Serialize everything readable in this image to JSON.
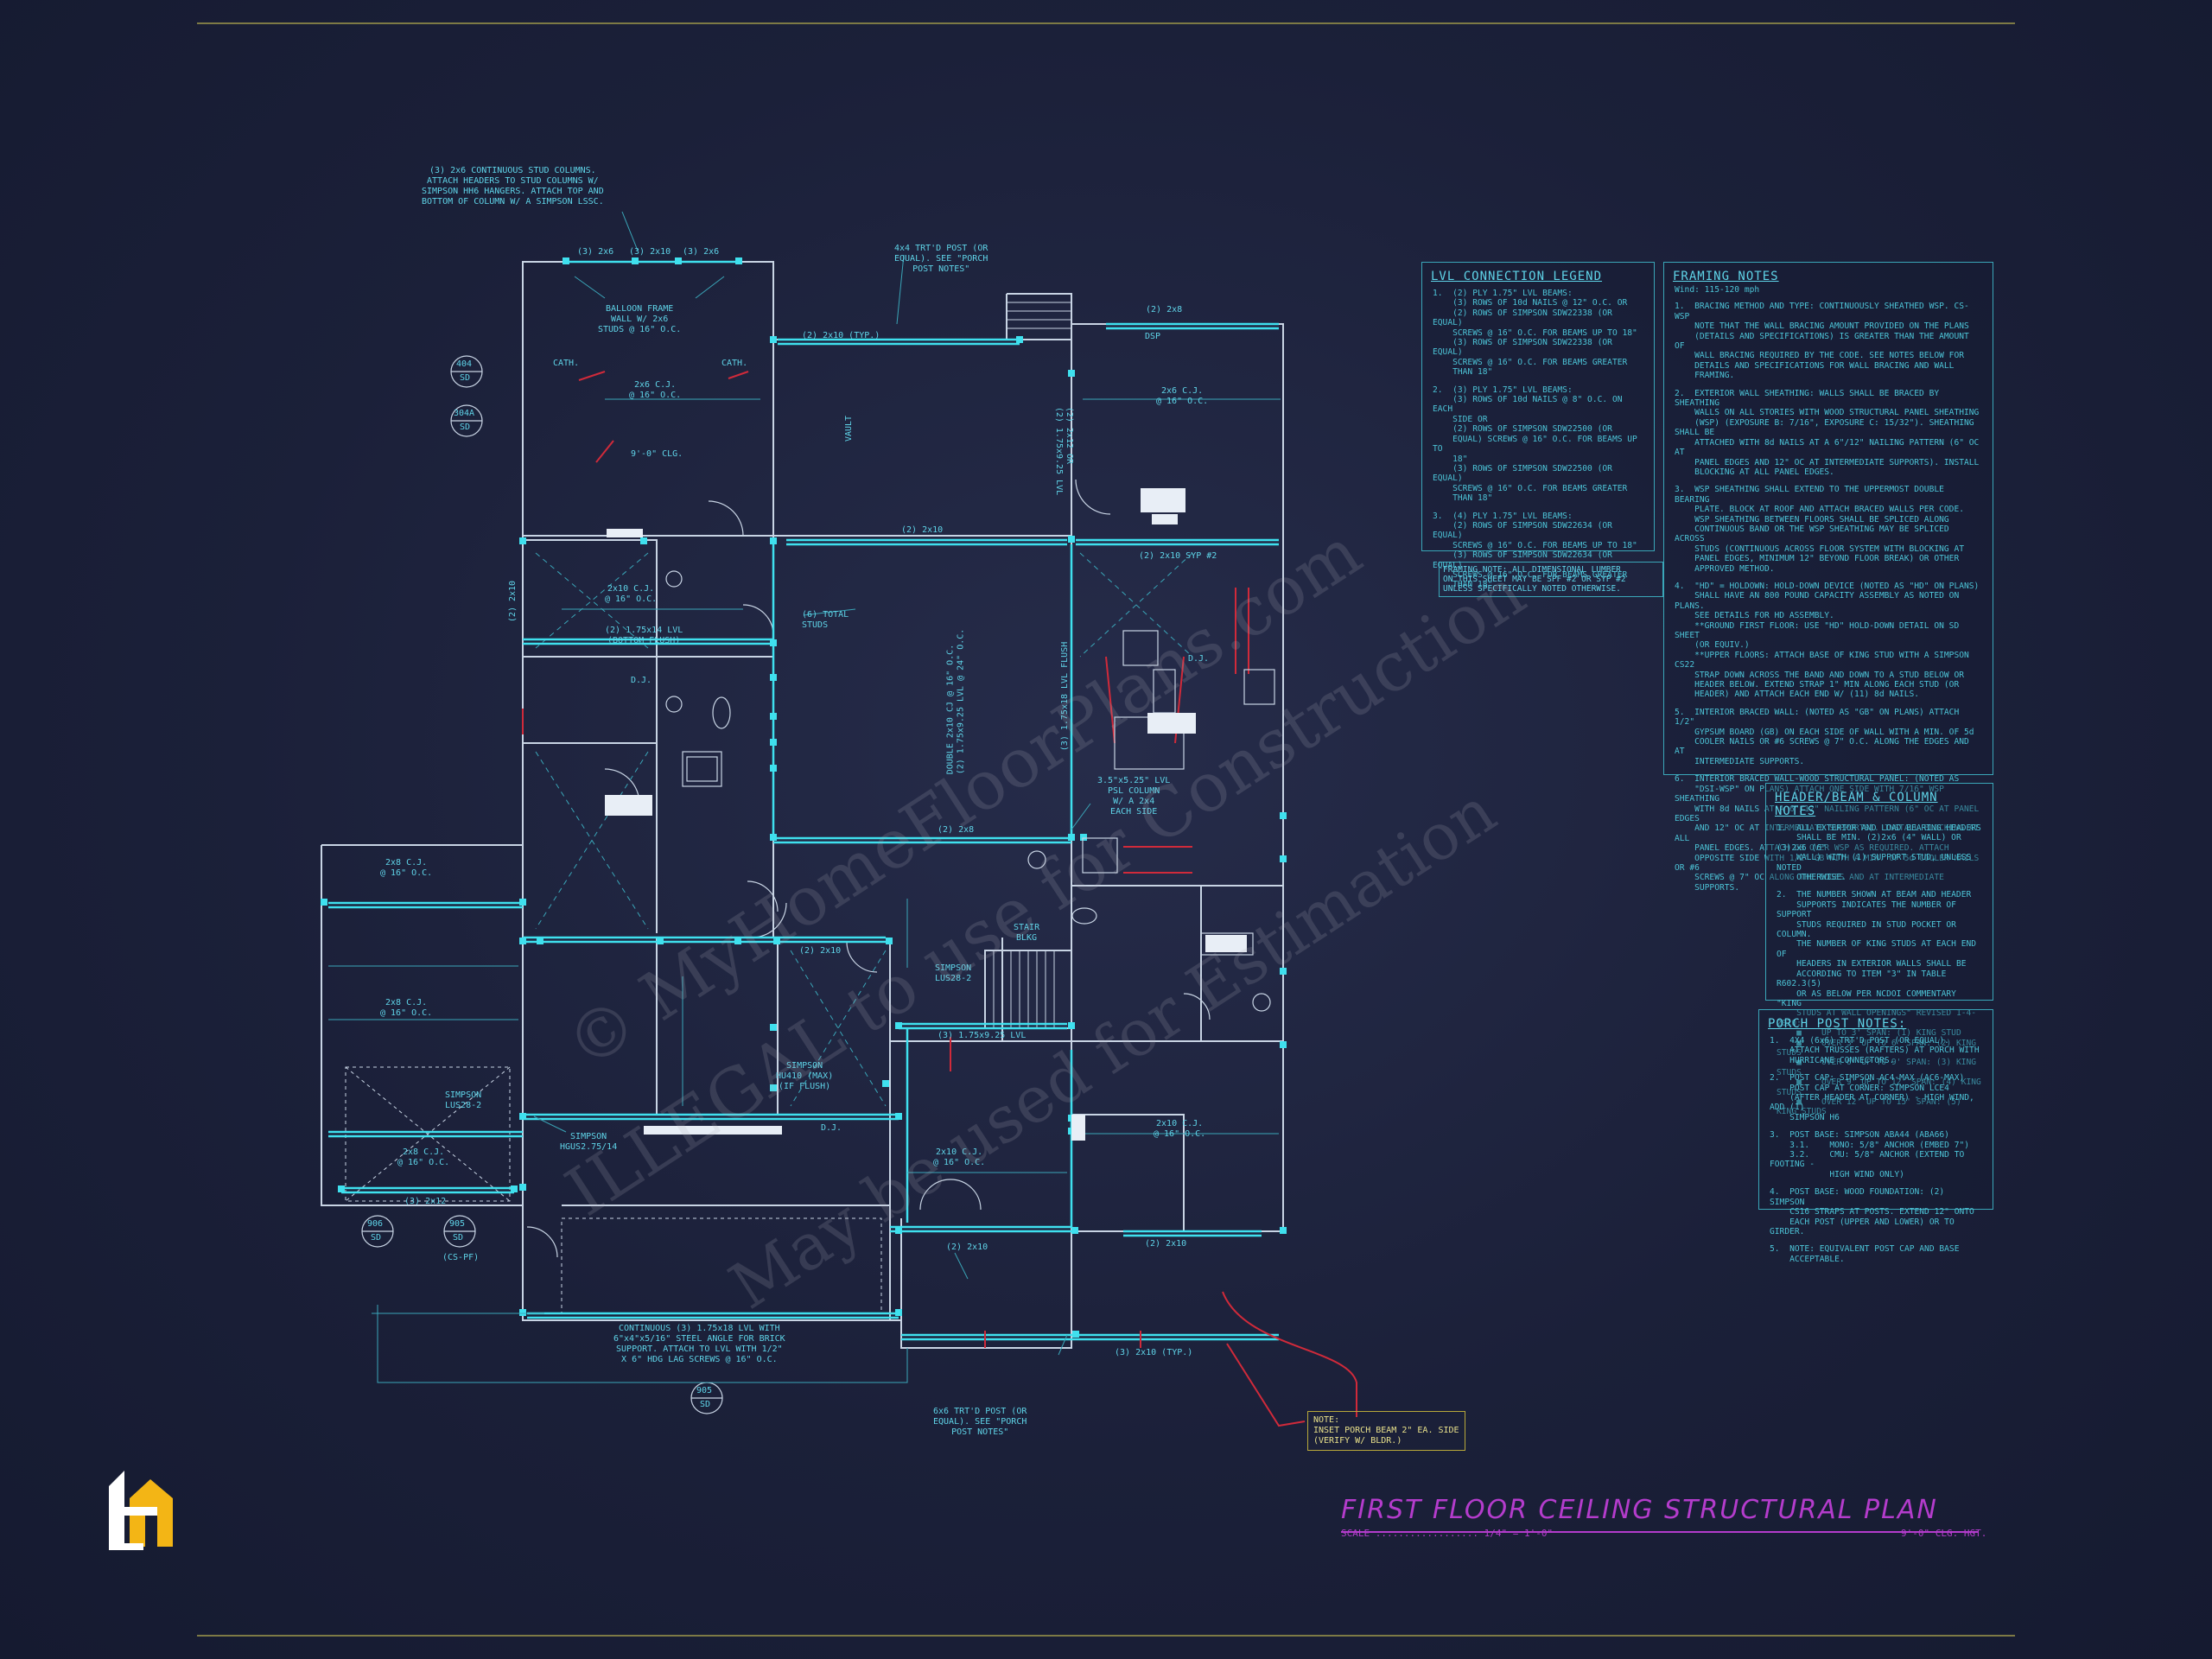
{
  "sheet": {
    "title": "FIRST FLOOR CEILING STRUCTURAL PLAN",
    "scale_label": "SCALE",
    "scale_value": "1/4\" = 1'-0\"",
    "ceiling_height": "9'-0\" CLG. HGT."
  },
  "watermark": {
    "line1": "© MyHomeFloorPlans.com",
    "line2": "ILLEGAL to use for Construction",
    "line3": "May be used for Estimation"
  },
  "callouts": {
    "stud_columns": "(3) 2x6 CONTINUOUS STUD COLUMNS.\nATTACH HEADERS TO STUD COLUMNS W/\nSIMPSON HH6 HANGERS. ATTACH TOP AND\nBOTTOM OF COLUMN W/ A SIMPSON LSSC.",
    "porch_post_top": "4x4 TRT'D POST (OR\nEQUAL). SEE \"PORCH\nPOST NOTES\"",
    "balloon_frame": "BALLOON FRAME\nWALL W/ 2x6\nSTUDS @ 16\" O.C.",
    "double_cj": "DOUBLE 2x10 CJ @ 16\" O.C.\n(2) 1.75x9.25 LVL @ 24\" O.C.",
    "total_studs": "(6) TOTAL\nSTUDS",
    "psl_column": "3.5\"x5.25\" LVL\nPSL COLUMN\nW/ A 2x4\nEACH SIDE",
    "simpson_lus": "SIMPSON\nLUS28-2",
    "simpson_hu": "SIMPSON\nHU410 (MAX)\n(IF FLUSH)",
    "simpson_hgus": "SIMPSON\nHGUS2.75/14",
    "simpson_lus_left": "SIMPSON\nLUS28-2",
    "brick_lvl": "CONTINUOUS (3) 1.75x18 LVL WITH\n6\"x4\"x5/16\" STEEL ANGLE FOR BRICK\nSUPPORT. ATTACH TO LVL WITH 1/2\"\nX 6\" HDG LAG SCREWS @ 16\" O.C.",
    "porch_post_bottom": "6x6 TRT'D POST (OR\nEQUAL). SEE \"PORCH\nPOST NOTES\"",
    "porch_beam_note": "NOTE:\nINSET PORCH BEAM 2\" EA. SIDE\n(VERIFY W/ BLDR.)",
    "stair_blkg": "STAIR\nBLKG",
    "framing_note": "FRAMING NOTE: ALL DIMENSIONAL LUMBER\nON THIS SHEET MAY BE SPF #2 OR SYP #2\nUNLESS SPECIFICALLY NOTED OTHERWISE."
  },
  "members": {
    "h_3_2x6a": "(3) 2x6",
    "h_3_2x10": "(3) 2x10",
    "h_3_2x6b": "(3) 2x6",
    "h_2x10_typ": "(2) 2x10 (TYP.)",
    "h_2x8_top": "(2) 2x8",
    "cj_2x6": "2x6 C.J.\n@ 16\" O.C.",
    "cj_2x6_right": "2x6 C.J.\n@ 16\" O.C.",
    "cath": "CATH.",
    "cath2": "CATH.",
    "clg_slope": "9'-0\" CLG.",
    "vault": "VAULT",
    "h_2x10_mid": "(2) 2x10",
    "h_2x10_12": "(2) 2x10 SYP #2",
    "cj_2x10_left": "2x10 C.J.\n@ 16\" O.C.",
    "lvl_bottom_flush": "(2) 1.75x14 LVL\n(BOTTOM FLUSH)",
    "dj": "D.J.",
    "v_2x10_left": "(2) 2x10",
    "v_2x12_right": "(2) 2x12 OR\n(2) 1.75x9.25 LVL",
    "v_lvl_center": "(3) 1.75x18 LVL FLUSH",
    "h_2x8_mid": "(2) 2x8",
    "cj_2x8_left": "2x8 C.J.\n@ 16\" O.C.",
    "cj_2x8_left2": "2x8 C.J.\n@ 16\" O.C.",
    "cj_2x8_left3": "2x8 C.J.\n@ 16\" O.C.",
    "h_2x10_lower": "(2) 2x10",
    "lvl_lower": "(3) 1.75x9.25 LVL",
    "cj_2x10_lr": "2x10 C.J.\n@ 16\" O.C.",
    "cj_2x10_lr2": "2x10 C.J.\n@ 16\" O.C.",
    "h_2x10_bot": "(2) 2x10",
    "h_2x10_bot2": "(2) 2x10",
    "h_2x10_typ_bot": "(3) 2x10 (TYP.)",
    "h_3_2x12": "(3) 2x12",
    "dsp": "DSP",
    "dj2": "D.J.",
    "dj3": "D.J."
  },
  "section_marks": [
    {
      "num": "404",
      "sheet": "SD"
    },
    {
      "num": "304A",
      "sheet": "SD"
    },
    {
      "num": "906",
      "sheet": "SD"
    },
    {
      "num": "905",
      "sheet": "SD"
    },
    {
      "num": "905",
      "sheet": "SD"
    }
  ],
  "cs_pf": "(CS-PF)",
  "lvl_legend": {
    "title": "LVL CONNECTION LEGEND",
    "items": [
      "1.  (2) PLY 1.75\" LVL BEAMS:\n    (3) ROWS OF 10d NAILS @ 12\" O.C. OR\n    (2) ROWS OF SIMPSON SDW22338 (OR EQUAL)\n    SCREWS @ 16\" O.C. FOR BEAMS UP TO 18\"\n    (3) ROWS OF SIMPSON SDW22338 (OR EQUAL)\n    SCREWS @ 16\" O.C. FOR BEAMS GREATER\n    THAN 18\"",
      "2.  (3) PLY 1.75\" LVL BEAMS:\n    (3) ROWS OF 10d NAILS @ 8\" O.C. ON EACH\n    SIDE OR\n    (2) ROWS OF SIMPSON SDW22500 (OR\n    EQUAL) SCREWS @ 16\" O.C. FOR BEAMS UP TO\n    18\"\n    (3) ROWS OF SIMPSON SDW22500 (OR EQUAL)\n    SCREWS @ 16\" O.C. FOR BEAMS GREATER\n    THAN 18\"",
      "3.  (4) PLY 1.75\" LVL BEAMS:\n    (2) ROWS OF SIMPSON SDW22634 (OR EQUAL)\n    SCREWS @ 16\" O.C. FOR BEAMS UP TO 18\"\n    (3) ROWS OF SIMPSON SDW22634 (OR EQUAL)\n    SCREWS @ 16\" O.C. FOR BEAMS GREATER\n    THAN 18\""
    ]
  },
  "framing_notes": {
    "title": "FRAMING NOTES",
    "subtitle": "Wind: 115-120 mph",
    "items": [
      "1.  BRACING METHOD AND TYPE: CONTINUOUSLY SHEATHED WSP. CS-WSP\n    NOTE THAT THE WALL BRACING AMOUNT PROVIDED ON THE PLANS\n    (DETAILS AND SPECIFICATIONS) IS GREATER THAN THE AMOUNT OF\n    WALL BRACING REQUIRED BY THE CODE. SEE NOTES BELOW FOR\n    DETAILS AND SPECIFICATIONS FOR WALL BRACING AND WALL\n    FRAMING.",
      "2.  EXTERIOR WALL SHEATHING: WALLS SHALL BE BRACED BY SHEATHING\n    WALLS ON ALL STORIES WITH WOOD STRUCTURAL PANEL SHEATHING\n    (WSP) (EXPOSURE B: 7/16\", EXPOSURE C: 15/32\"). SHEATHING SHALL BE\n    ATTACHED WITH 8d NAILS AT A 6\"/12\" NAILING PATTERN (6\" OC AT\n    PANEL EDGES AND 12\" OC AT INTERMEDIATE SUPPORTS). INSTALL\n    BLOCKING AT ALL PANEL EDGES.",
      "3.  WSP SHEATHING SHALL EXTEND TO THE UPPERMOST DOUBLE BEARING\n    PLATE. BLOCK AT ROOF AND ATTACH BRACED WALLS PER CODE.\n    WSP SHEATHING BETWEEN FLOORS SHALL BE SPLICED ALONG\n    CONTINUOUS BAND OR THE WSP SHEATHING MAY BE SPLICED ACROSS\n    STUDS (CONTINUOUS ACROSS FLOOR SYSTEM WITH BLOCKING AT\n    PANEL EDGES, MINIMUM 12\" BEYOND FLOOR BREAK) OR OTHER\n    APPROVED METHOD.",
      "4.  \"HD\" = HOLDOWN: HOLD-DOWN DEVICE (NOTED AS \"HD\" ON PLANS)\n    SHALL HAVE AN 800 POUND CAPACITY ASSEMBLY AS NOTED ON PLANS.\n    SEE DETAILS FOR HD ASSEMBLY.\n    **GROUND FIRST FLOOR: USE \"HD\" HOLD-DOWN DETAIL ON SD SHEET\n    (OR EQUIV.)\n    **UPPER FLOORS: ATTACH BASE OF KING STUD WITH A SIMPSON CS22\n    STRAP DOWN ACROSS THE BAND AND DOWN TO A STUD BELOW OR\n    HEADER BELOW. EXTEND STRAP 1\" MIN ALONG EACH STUD (OR\n    HEADER) AND ATTACH EACH END W/ (11) 8d NAILS.",
      "5.  INTERIOR BRACED WALL: (NOTED AS \"GB\" ON PLANS) ATTACH 1/2\"\n    GYPSUM BOARD (GB) ON EACH SIDE OF WALL WITH A MIN. OF 5d\n    COOLER NAILS OR #6 SCREWS @ 7\" O.C. ALONG THE EDGES AND AT\n    INTERMEDIATE SUPPORTS.",
      "6.  INTERIOR BRACED WALL-WOOD STRUCTURAL PANEL: (NOTED AS\n    \"DSI-WSP\" ON PLANS) ATTACH ONE SIDE WITH 7/16\" WSP SHEATHING\n    WITH 8d NAILS AT A 6\"/12\" NAILING PATTERN (6\" OC AT PANEL EDGES\n    AND 12\" OC AT INTERMEDIATE SUPPORTS). INSTALL BLOCKING AT ALL\n    PANEL EDGES. ATTACH GB OVER WSP AS REQUIRED. ATTACH\n    OPPOSITE SIDE WITH 1/2\" GB WITH A MIN. OF 5d COOLER NAILS OR #6\n    SCREWS @ 7\" OC ALONG THE EDGES AND AT INTERMEDIATE\n    SUPPORTS."
    ]
  },
  "header_notes": {
    "title": "HEADER/BEAM & COLUMN NOTES",
    "items": [
      "1.  ALL EXTERIOR AND LOAD BEARING HEADERS\n    SHALL BE MIN. (2)2x6 (4\" WALL) OR (3)2x6 (6\"\n    WALL) WITH (1) SUPPORT STUD, UNLESS NOTED\n    OTHERWISE.",
      "2.  THE NUMBER SHOWN AT BEAM AND HEADER\n    SUPPORTS INDICATES THE NUMBER OF SUPPORT\n    STUDS REQUIRED IN STUD POCKET OR COLUMN.\n    THE NUMBER OF KING STUDS AT EACH END OF\n    HEADERS IN EXTERIOR WALLS SHALL BE\n    ACCORDING TO ITEM \"3\" IN TABLE R602.3(5)\n    OR AS BELOW PER NCDOI COMMENTARY \"KING\n    STUDS AT WALL OPENINGS\" REVISED 1-4-2020:\n    ■    UP TO 3' SPAN: (1) KING STUD\n    ■    OVER 3' UP TO 6' SPAN: (2) KING STUDS\n    ■    OVER 6' UP TO 9' SPAN: (3) KING STUDS\n    ■    OVER 9' UP TO 12' SPAN: (4) KING STUDS\n    ■    OVER 12' UP TO 15' SPAN: (5) KING STUDS"
    ]
  },
  "porch_notes": {
    "title": "PORCH POST NOTES:",
    "items": [
      "1.  4X4 (6x6) TRT'D POST (OR EQUAL).\n    ATTACH TRUSSES (RAFTERS) AT PORCH WITH\n    HURRICANE CONNECTORS.",
      "2.  POST CAP: SIMPSON AC4-MAX (AC6-MAX)\n    POST CAP AT CORNER: SIMPSON LCE4\n    (AFTER HEADER AT CORNER) - HIGH WIND, ADD (1)\n    SIMPSON H6",
      "3.  POST BASE: SIMPSON ABA44 (ABA66)\n    3.1.    MONO: 5/8\" ANCHOR (EMBED 7\")\n    3.2.    CMU: 5/8\" ANCHOR (EXTEND TO FOOTING -\n            HIGH WIND ONLY)",
      "4.  POST BASE: WOOD FOUNDATION: (2) SIMPSON\n    CS16 STRAPS AT POSTS. EXTEND 12\" ONTO\n    EACH POST (UPPER AND LOWER) OR TO GIRDER.",
      "5.  NOTE: EQUIVALENT POST CAP AND BASE\n    ACCEPTABLE."
    ]
  },
  "colors": {
    "background": "#1b2039",
    "wall": "#c8d4e4",
    "beam": "#3fe0ee",
    "text": "#5fd4e8",
    "title": "#b43ccc",
    "alert": "#d02a3a",
    "note_box": "#b8a83a"
  },
  "logo": {
    "icon": "house-logo-icon"
  }
}
